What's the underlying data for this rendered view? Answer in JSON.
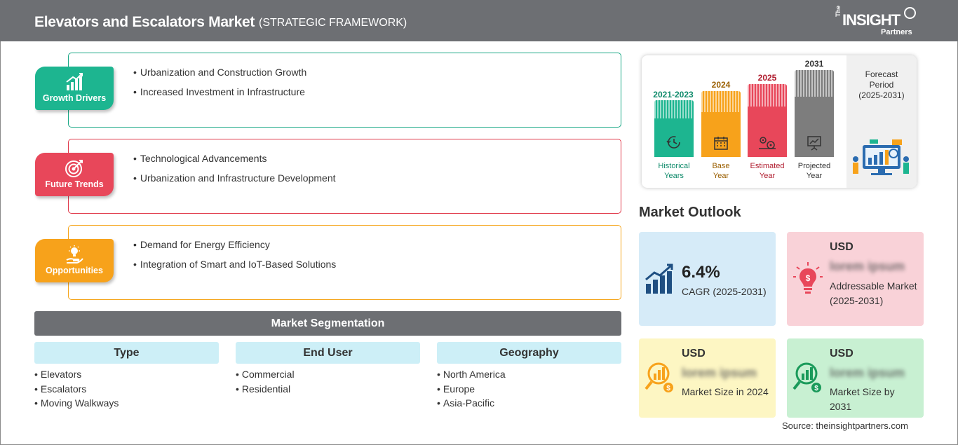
{
  "header": {
    "title": "Elevators and Escalators Market",
    "subtitle": "(STRATEGIC FRAMEWORK)",
    "logo_the": "The",
    "logo_main": "INSIGHT",
    "logo_sub": "Partners"
  },
  "cards": [
    {
      "label": "Growth Drivers",
      "color": "#1aa886",
      "bg": "#1db590",
      "icon": "growth-chart-icon",
      "items": [
        "Urbanization and Construction Growth",
        "Increased Investment in Infrastructure"
      ]
    },
    {
      "label": "Future Trends",
      "color": "#e0394a",
      "bg": "#e8475a",
      "icon": "target-icon",
      "items": [
        "Technological Advancements",
        "Urbanization and Infrastructure Development"
      ]
    },
    {
      "label": "Opportunities",
      "color": "#f5a51a",
      "bg": "#f7a21b",
      "icon": "lightbulb-hand-icon",
      "items": [
        "Demand for Energy Efficiency",
        "Integration of Smart and IoT-Based Solutions"
      ]
    }
  ],
  "segmentation": {
    "title": "Market Segmentation",
    "columns": [
      {
        "head": "Type",
        "items": [
          "Elevators",
          "Escalators",
          "Moving Walkways"
        ]
      },
      {
        "head": "End User",
        "items": [
          "Commercial",
          "Residential"
        ]
      },
      {
        "head": "Geography",
        "items": [
          "North America",
          "Europe",
          "Asia-Pacific"
        ]
      }
    ]
  },
  "timeline": {
    "bars": [
      {
        "year": "2021-2023",
        "label1": "Historical",
        "label2": "Years",
        "color": "#1db590",
        "text_color": "#0e8a6a",
        "icon": "history-icon"
      },
      {
        "year": "2024",
        "label1": "Base",
        "label2": "Year",
        "color": "#f7a21b",
        "text_color": "#9a5f00",
        "icon": "calendar-icon"
      },
      {
        "year": "2025",
        "label1": "Estimated",
        "label2": "Year",
        "color": "#e8475a",
        "text_color": "#b01c2e",
        "icon": "gears-icon"
      },
      {
        "year": "2031",
        "label1": "Projected",
        "label2": "Year",
        "color": "#7d7d7d",
        "text_color": "#333333",
        "icon": "presentation-icon"
      }
    ],
    "forecast_line1": "Forecast",
    "forecast_line2": "Period",
    "forecast_line3": "(2025-2031)"
  },
  "outlook": {
    "title": "Market Outlook",
    "cagr_value": "6.4%",
    "cagr_label": "CAGR (2025-2031)",
    "addressable_usd": "USD",
    "addressable_blur": "lorem ipsum",
    "addressable_label": "Addressable Market (2025-2031)",
    "size2024_usd": "USD",
    "size2024_blur": "lorem ipsum",
    "size2024_label": "Market Size in 2024",
    "size2031_usd": "USD",
    "size2031_blur": "lorem ipsum",
    "size2031_label": "Market Size by 2031",
    "colors": {
      "blue": "#d6ebf8",
      "pink": "#f9d2d8",
      "yellow": "#fdf6c3",
      "green": "#c8f0d2"
    }
  },
  "source": "Source: theinsightpartners.com"
}
